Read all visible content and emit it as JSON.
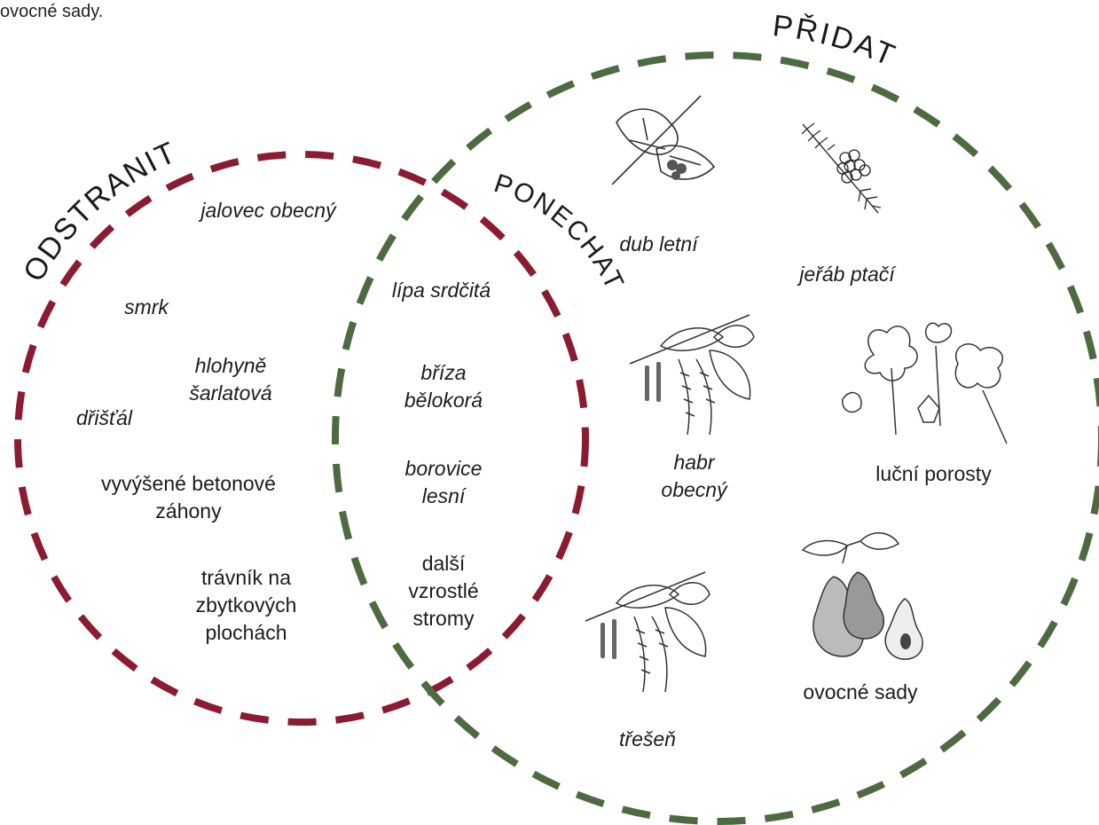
{
  "top_caption": "ovocné sady.",
  "sets": {
    "remove": {
      "title": "ODSTRANIT",
      "color": "#8b1b30"
    },
    "keep": {
      "title": "PONECHAT",
      "color": "#4e6a40"
    },
    "add": {
      "title": "PŘIDAT",
      "color": "#4e6a40"
    }
  },
  "remove_items": {
    "jalovec": "jalovec obecný",
    "smrk": "smrk",
    "hlohyne": "hlohyně šarlatová",
    "dristal": "dřišťál",
    "zahony": "vyvýšené betonové záhony",
    "travnik": "trávník na zbytkových plochách"
  },
  "keep_items": {
    "lipa": "lípa srdčitá",
    "briza": "bříza bělokorá",
    "borovice": "borovice lesní",
    "dalsi": "další vzrostlé stromy"
  },
  "add_items": {
    "dub": "dub letní",
    "jerab": "jeřáb ptačí",
    "habr": "habr obecný",
    "lucni": "luční porosty",
    "ovocne": "ovocné sady",
    "tresen": "třešeň"
  },
  "illustrations": [
    "oak-leaf-icon",
    "rowan-berries-icon",
    "hornbeam-icon",
    "meadow-flowers-icon",
    "pear-icon",
    "cherry-catkins-icon"
  ]
}
